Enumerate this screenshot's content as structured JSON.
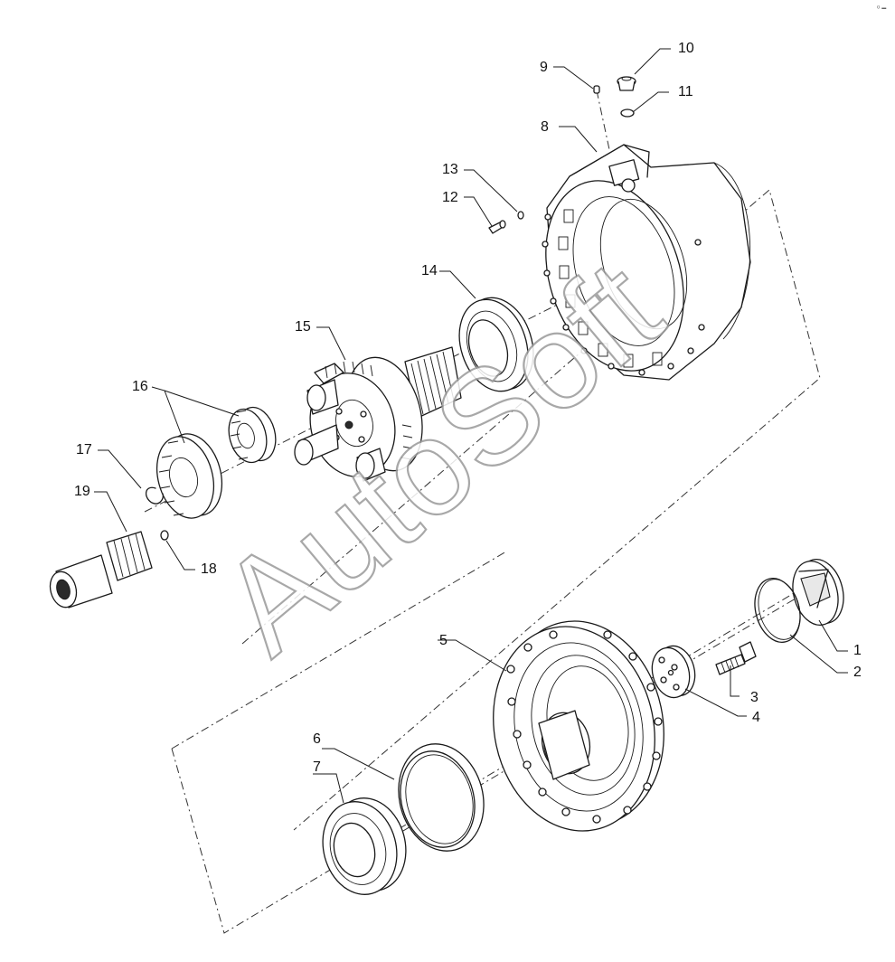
{
  "watermark": "AutoSoft",
  "callouts": {
    "c1": "1",
    "c2": "2",
    "c3": "3",
    "c4": "4",
    "c5": "5",
    "c6": "6",
    "c7": "7",
    "c8": "8",
    "c9": "9",
    "c10": "10",
    "c11": "11",
    "c12": "12",
    "c13": "13",
    "c14": "14",
    "c15": "15",
    "c16": "16",
    "c17": "17",
    "c18": "18",
    "c19": "19"
  },
  "corner_mark": "⁰ ━",
  "colors": {
    "line": "#1a1a1a",
    "watermark_stroke": "#9a9a9a",
    "background": "#ffffff"
  }
}
